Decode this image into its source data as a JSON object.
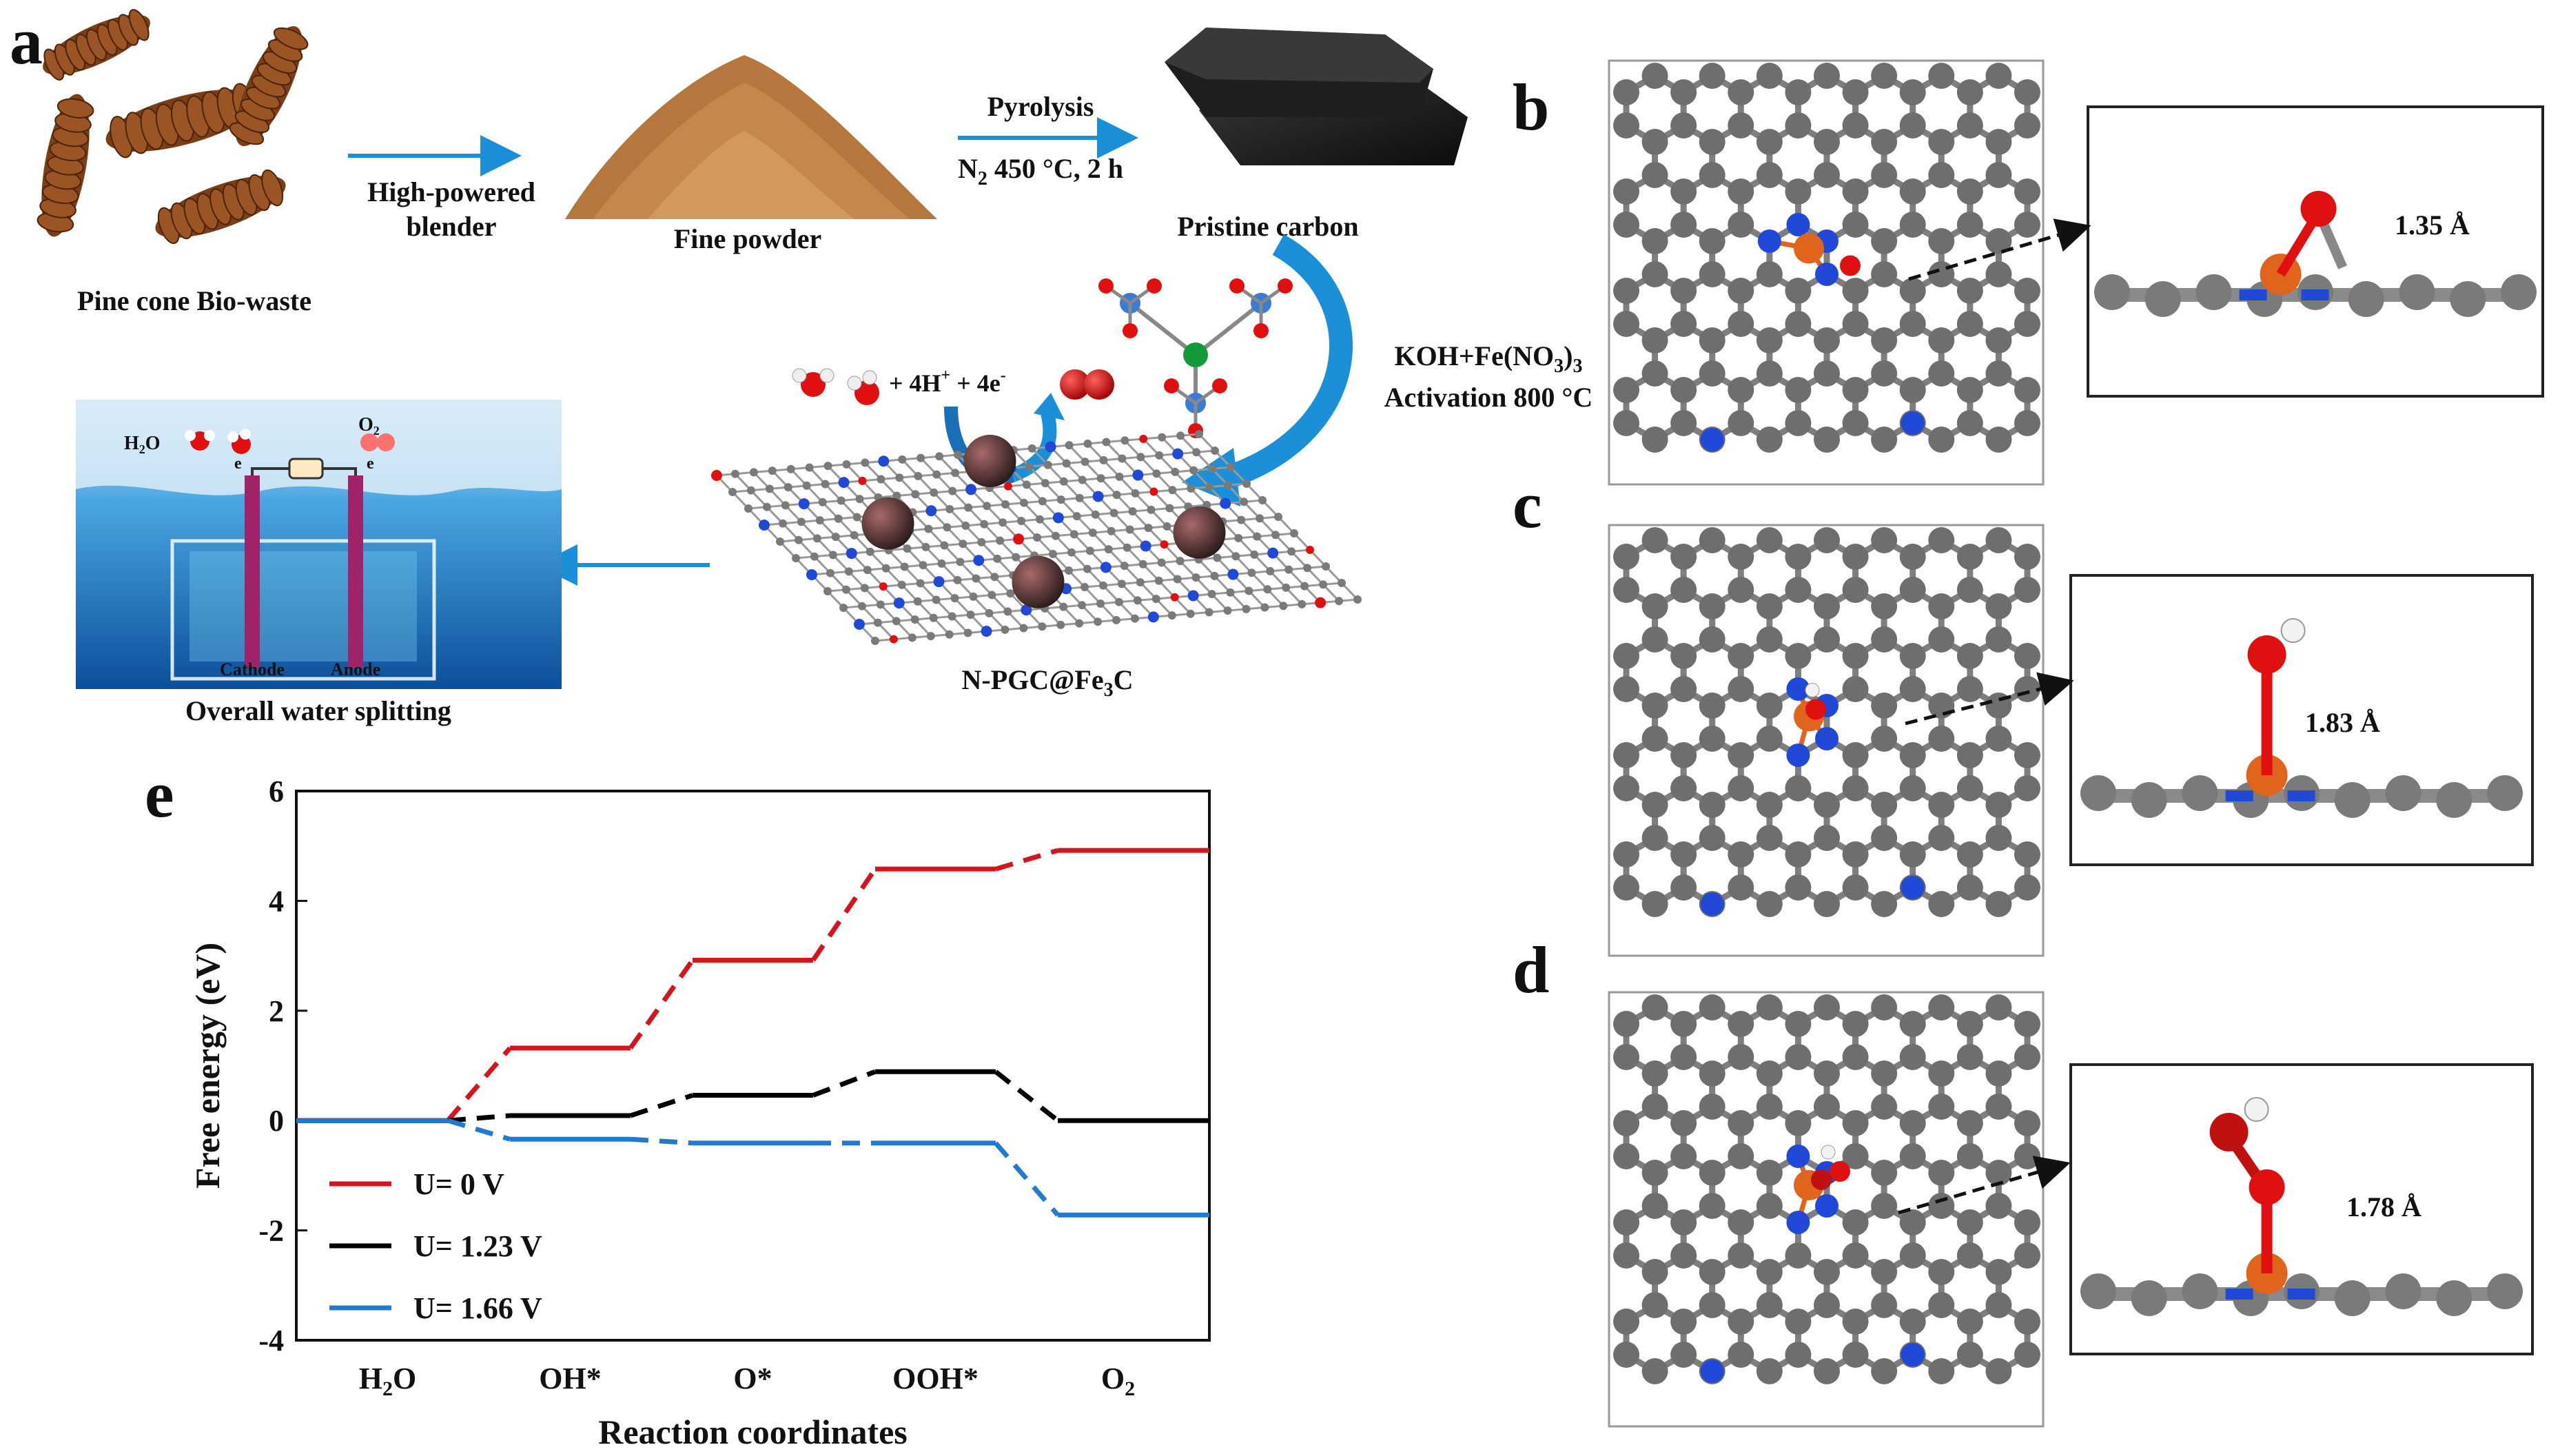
{
  "panels": {
    "a": "a",
    "b": "b",
    "c": "c",
    "d": "d",
    "e": "e"
  },
  "schematic": {
    "pine_cone": "Pine cone Bio-waste",
    "arrow1_line1": "High-powered",
    "arrow1_line2": "blender",
    "fine_powder": "Fine powder",
    "pyrolysis": "Pyrolysis",
    "pyrolysis_cond_pre": "N",
    "pyrolysis_cond_sub": "2",
    "pyrolysis_cond_post": " 450 °C, 2 h",
    "pristine_carbon": "Pristine carbon",
    "activation_line1_pre": "KOH+Fe(NO",
    "activation_line1_sub": "3",
    "activation_line1_post": ")",
    "activation_line1_sub2": "3",
    "activation_line2": "Activation 800 °C",
    "reaction_pre": "+ 4H",
    "reaction_sup1": "+",
    "reaction_mid": " + 4e",
    "reaction_sup2": "-",
    "product_pre": "N-PGC@Fe",
    "product_sub": "3",
    "product_post": "C",
    "water_splitting": "Overall water splitting",
    "cell": {
      "h2o_pre": "H",
      "h2o_sub": "2",
      "h2o_post": "O",
      "o2_pre": "O",
      "o2_sub": "2",
      "e_left": "e",
      "e_right": "e",
      "cathode": "Cathode",
      "anode": "Anode"
    }
  },
  "structures": {
    "b_distance": "1.35 Å",
    "c_distance": "1.83 Å",
    "d_distance": "1.78 Å"
  },
  "colors": {
    "carbon": "#6e6e6e",
    "nitrogen": "#1f49d6",
    "iron": "#e0641c",
    "oxygen": "#e01010",
    "hydrogen": "#f2f2f2",
    "arrow_blue": "#1b8fd8"
  },
  "chart_data": {
    "type": "line",
    "categories": [
      "H2O",
      "OH*",
      "O*",
      "OOH*",
      "O2"
    ],
    "category_labels": [
      {
        "pre": "H",
        "sub": "2",
        "post": "O"
      },
      {
        "pre": "OH*",
        "sub": "",
        "post": ""
      },
      {
        "pre": "O*",
        "sub": "",
        "post": ""
      },
      {
        "pre": "OOH*",
        "sub": "",
        "post": ""
      },
      {
        "pre": "O",
        "sub": "2",
        "post": ""
      }
    ],
    "series": [
      {
        "name": "U= 0 V",
        "color": "#d6141b",
        "values": [
          0,
          1.32,
          2.92,
          4.58,
          4.92
        ]
      },
      {
        "name": "U= 1.23 V",
        "color": "#000000",
        "values": [
          0,
          0.09,
          0.46,
          0.89,
          0
        ]
      },
      {
        "name": "U= 1.66 V",
        "color": "#1f7ad0",
        "values": [
          0,
          -0.34,
          -0.41,
          -0.41,
          -1.72
        ]
      }
    ],
    "xlabel": "Reaction coordinates",
    "ylabel": "Free energy (eV)",
    "ylim": [
      -4,
      6
    ],
    "yticks": [
      "-4",
      "-2",
      "0",
      "2",
      "4",
      "6"
    ],
    "grid": false,
    "legend_position": "bottom-left"
  }
}
